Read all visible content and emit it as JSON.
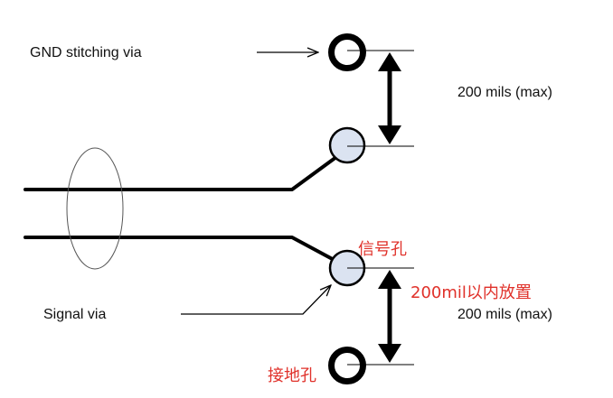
{
  "labels": {
    "gnd_stitching_via": "GND stitching via",
    "signal_via": "Signal via",
    "spacing_top": "200 mils (max)",
    "spacing_bottom": "200 mils (max)"
  },
  "annotations": {
    "signal_hole": "信号孔",
    "place_within": "200mil以内放置",
    "ground_hole": "接地孔"
  },
  "colors": {
    "annotation": "#e0312a",
    "via_fill": "#dbe3f1",
    "ink": "#000000"
  }
}
